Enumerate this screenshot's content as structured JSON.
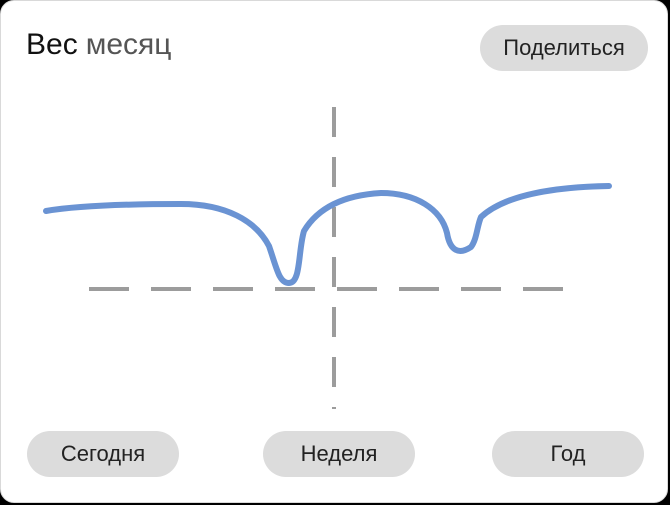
{
  "header": {
    "title": "Вес",
    "period": "месяц",
    "share_label": "Поделиться"
  },
  "ranges": {
    "today_label": "Сегодня",
    "week_label": "Неделя",
    "year_label": "Год"
  },
  "colors": {
    "line": "#6a93d3",
    "axis": "#9c9c9c",
    "button_bg": "#dcdcdc"
  },
  "chart_data": {
    "type": "line",
    "title": "",
    "xlabel": "",
    "ylabel": "",
    "grid": false,
    "legend": "none",
    "series": [
      {
        "values": [
          0.7,
          0.73,
          0.72,
          0.58,
          0.12,
          0.76,
          0.85,
          0.76,
          0.37,
          0.73,
          0.83
        ]
      }
    ]
  }
}
